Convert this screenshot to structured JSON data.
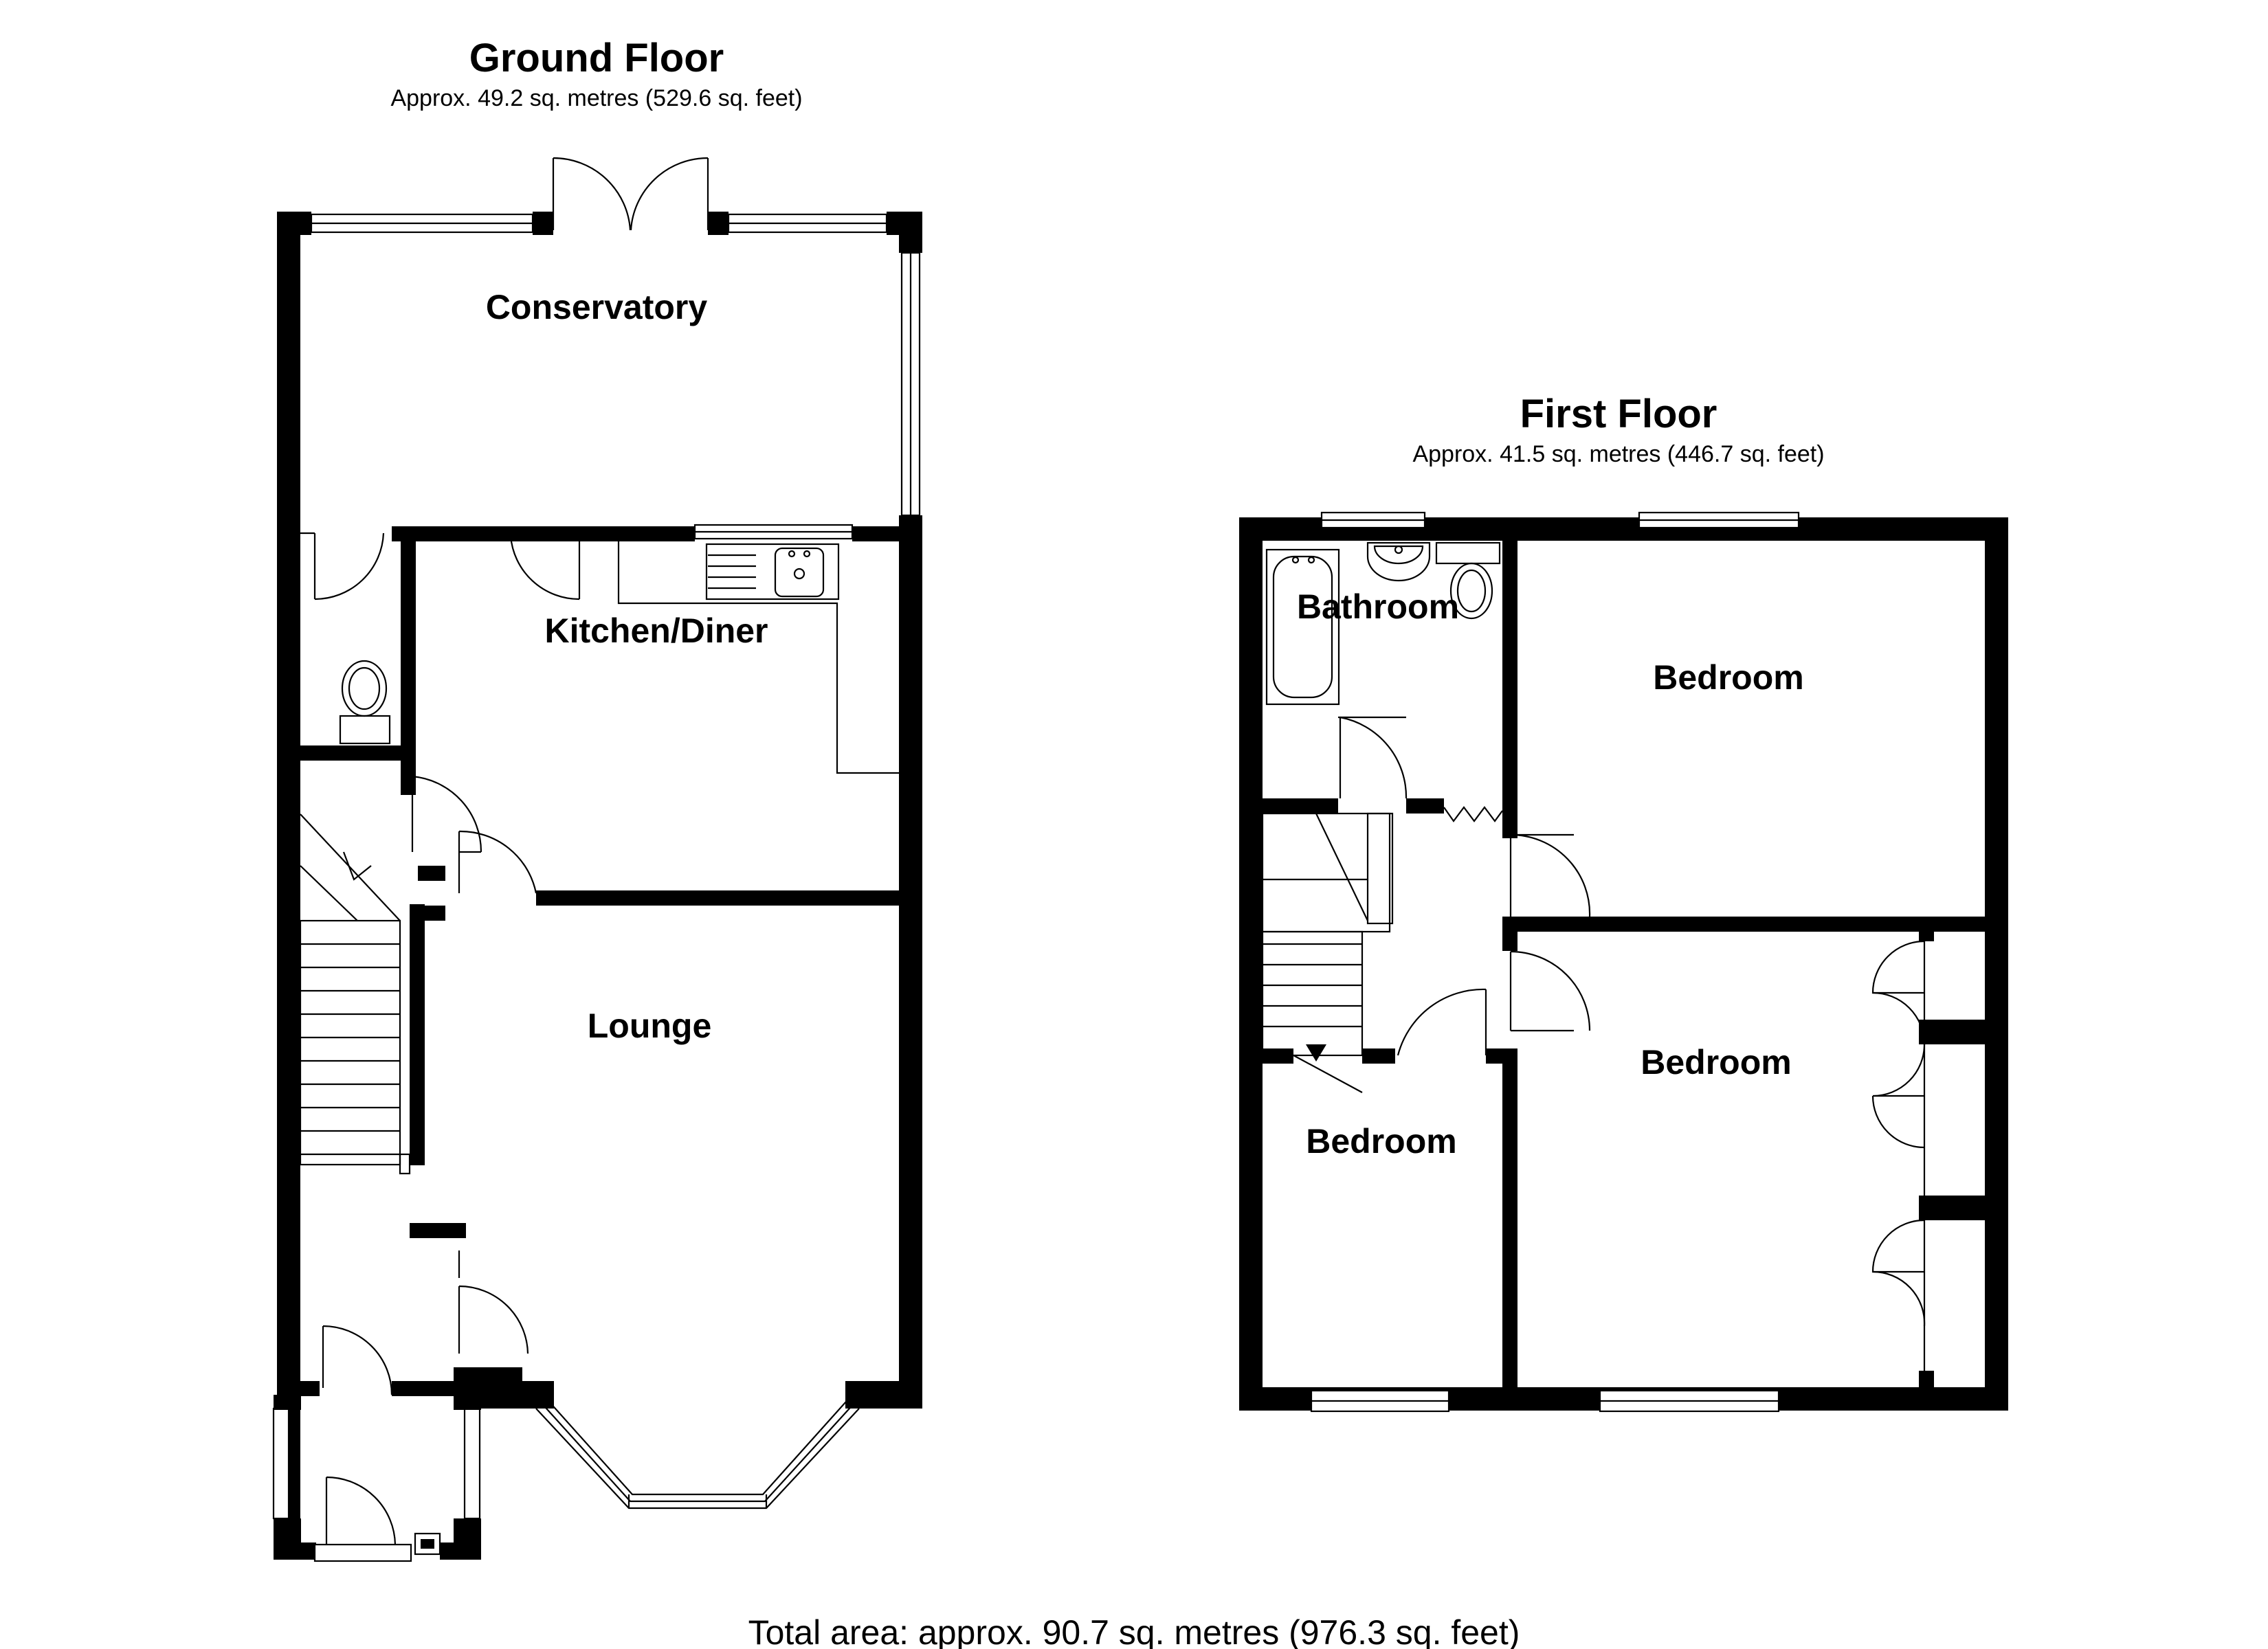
{
  "ground_floor": {
    "title": "Ground Floor",
    "area": "Approx. 49.2 sq. metres (529.6 sq. feet)",
    "rooms": {
      "conservatory": "Conservatory",
      "kitchen_diner": "Kitchen/Diner",
      "lounge": "Lounge"
    }
  },
  "first_floor": {
    "title": "First Floor",
    "area": "Approx. 41.5 sq. metres (446.7 sq. feet)",
    "rooms": {
      "bathroom": "Bathroom",
      "bedroom_rear": "Bedroom",
      "bedroom_front": "Bedroom",
      "bedroom_small": "Bedroom"
    }
  },
  "total_area": "Total area: approx. 90.7 sq. metres (976.3 sq. feet)"
}
